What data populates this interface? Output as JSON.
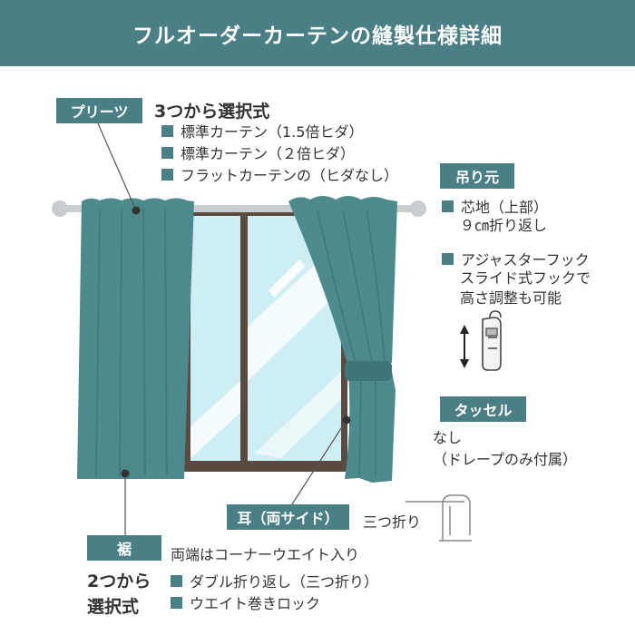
{
  "header": {
    "title": "フルオーダーカーテンの縫製仕様詳細"
  },
  "pleats": {
    "label": "プリーツ",
    "heading": "3つから選択式",
    "options": [
      "標準カーテン（1.5倍ヒダ）",
      "標準カーテン（２倍ヒダ）",
      "フラットカーテンの（ヒダなし）"
    ]
  },
  "heading_top": {
    "label": "吊り元",
    "options": [
      {
        "title": "芯地（上部）",
        "detail": "９㎝折り返し"
      },
      {
        "title": "アジャスターフック",
        "detail_lines": [
          "スライド式フックで",
          "高さ調整も可能"
        ]
      }
    ]
  },
  "tassel": {
    "label": "タッセル",
    "lines": [
      "なし",
      "（ドレープのみ付属）"
    ]
  },
  "ear": {
    "label": "耳（両サイド）",
    "note": "三つ折り"
  },
  "hem": {
    "label": "裾",
    "note": "両端はコーナーウエイト入り",
    "heading_lines": [
      "2つから",
      "選択式"
    ],
    "options": [
      "ダブル折り返し（三つ折り）",
      "ウエイト巻きロック"
    ]
  },
  "colors": {
    "accent": "#4a7f86",
    "curtain": "#4c8a8e",
    "window_frame": "#5b4a40",
    "glass": "#cdeef3"
  },
  "icons": [
    "double-arrow-icon",
    "adjuster-hook-icon",
    "tri-fold-icon"
  ]
}
